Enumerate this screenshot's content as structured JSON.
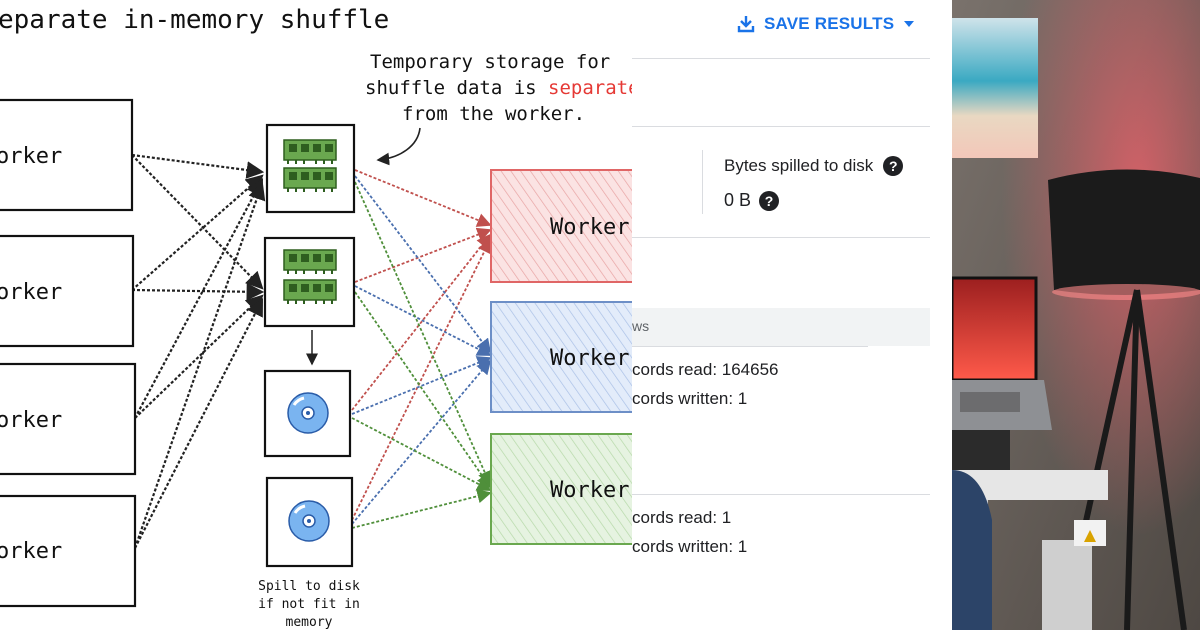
{
  "diagram": {
    "title": "eparate in-memory shuffle",
    "note_line1": "Temporary storage for",
    "note_line2_prefix": "shuffle data is ",
    "note_line2_highlight": "separated",
    "note_line3": "from the worker.",
    "spill_line1": "Spill to disk",
    "spill_line2": "if not fit in",
    "spill_line3": "memory",
    "left_worker_label": "orker",
    "right_worker_label": "Worker",
    "colors": {
      "red": "#e06666",
      "blue": "#6d8fc7",
      "green": "#6aa84f",
      "note_red": "#e53935"
    }
  },
  "results": {
    "save_button": "SAVE RESULTS",
    "metric_label": "Bytes spilled to disk",
    "metric_value": "0 B",
    "tab_fragment": "ws",
    "stage1_read": "cords read: 164656",
    "stage1_written": "cords written: 1",
    "stage2_read": "cords read: 1",
    "stage2_written": "cords written: 1",
    "accent_color": "#1a73e8"
  }
}
